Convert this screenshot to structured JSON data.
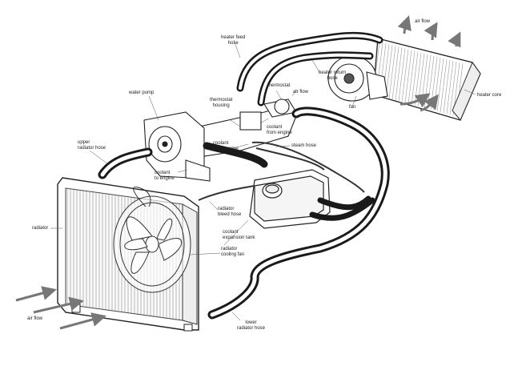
{
  "labels": {
    "air_flow_top": "air flow",
    "heater_feed_hose": [
      "heater feed",
      "hose"
    ],
    "heater_return_hose": [
      "heater return",
      "hose"
    ],
    "thermostat": "thermostat",
    "air_flow_mid": "air flow",
    "fan": "fan",
    "heater_core": "heater core",
    "water_pump": "water pump",
    "thermostat_housing": [
      "thermostat",
      "housing"
    ],
    "coolant_from_engine_right": [
      "coolant",
      "from engine"
    ],
    "coolant_from_engine_left": [
      "coolant",
      "from engine"
    ],
    "steam_hose": "steam hose",
    "upper_radiator_hose": [
      "upper",
      "radiator hose"
    ],
    "coolant_to_engine": [
      "coolant",
      "to engine"
    ],
    "radiator_bleed_hose": [
      "radiator",
      "bleed hose"
    ],
    "radiator": "radiator",
    "coolant_expansion_tank": [
      "coolant",
      "expansion tank"
    ],
    "radiator_cooling_fan": [
      "radiator",
      "cooling fan"
    ],
    "lower_radiator_hose": [
      "lower",
      "radiator hose"
    ],
    "air_flow_bottom": "air flow"
  },
  "colors": {
    "hose": "#1a1a1a",
    "line": "#333333",
    "body": "#ffffff"
  }
}
